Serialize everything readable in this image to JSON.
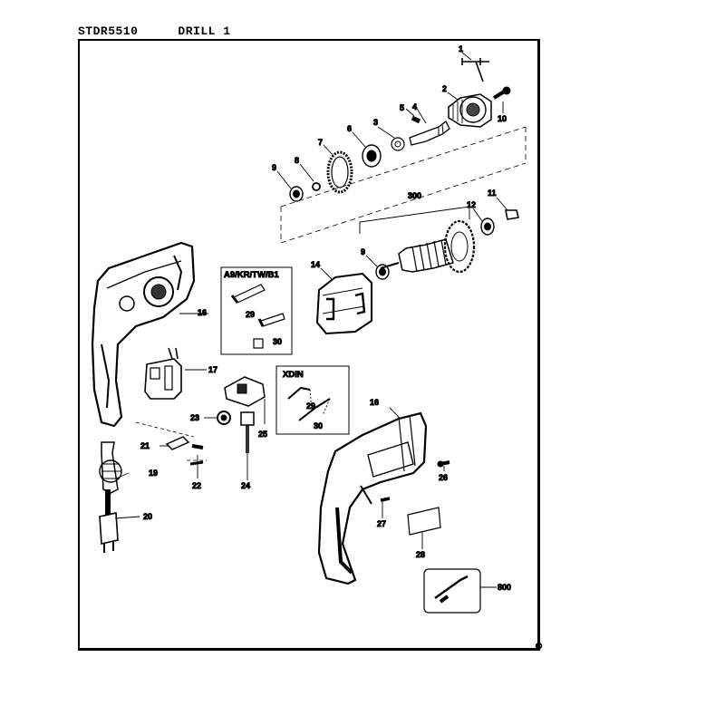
{
  "header": {
    "model_code": "STDR5510",
    "title": "DRILL 1"
  },
  "insets": {
    "brush_box_title": "A9/KR/TW/B1",
    "xdin_box_title": "XDIN"
  },
  "copyright_symbol": "©",
  "part_labels": {
    "p1": "1",
    "p2": "2",
    "p3": "3",
    "p4": "4",
    "p5": "5",
    "p6": "6",
    "p7": "7",
    "p8": "8",
    "p9a": "9",
    "p9b": "9",
    "p10": "10",
    "p11": "11",
    "p12": "12",
    "p14": "14",
    "p16a": "16",
    "p16b": "16",
    "p17": "17",
    "p19": "19",
    "p20": "20",
    "p21": "21",
    "p22": "22",
    "p23": "23",
    "p24": "24",
    "p25": "25",
    "p26": "26",
    "p27": "27",
    "p28": "28",
    "p29a": "29",
    "p29b": "29",
    "p30a": "30",
    "p30b": "30",
    "p300": "300",
    "p800": "800"
  }
}
